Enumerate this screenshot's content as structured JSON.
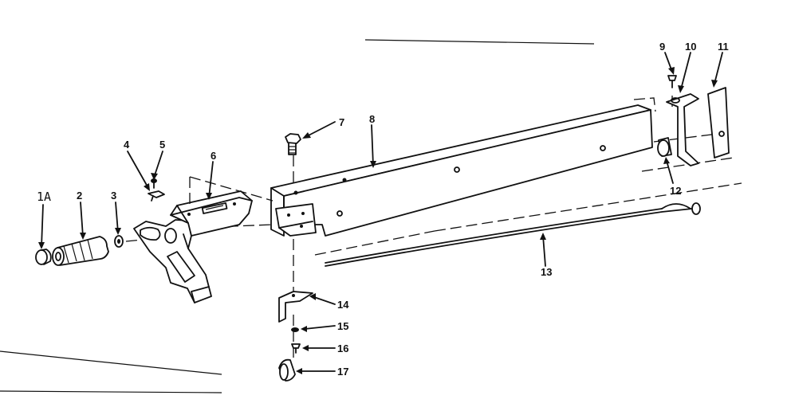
{
  "diagram": {
    "labels": {
      "p1a": "1A",
      "p2": "2",
      "p3": "3",
      "p4": "4",
      "p5": "5",
      "p6": "6",
      "p7": "7",
      "p8": "8",
      "p9": "9",
      "p10": "10",
      "p11": "11",
      "p12": "12",
      "p13": "13",
      "p14": "14",
      "p15": "15",
      "p16": "16",
      "p17": "17"
    }
  }
}
